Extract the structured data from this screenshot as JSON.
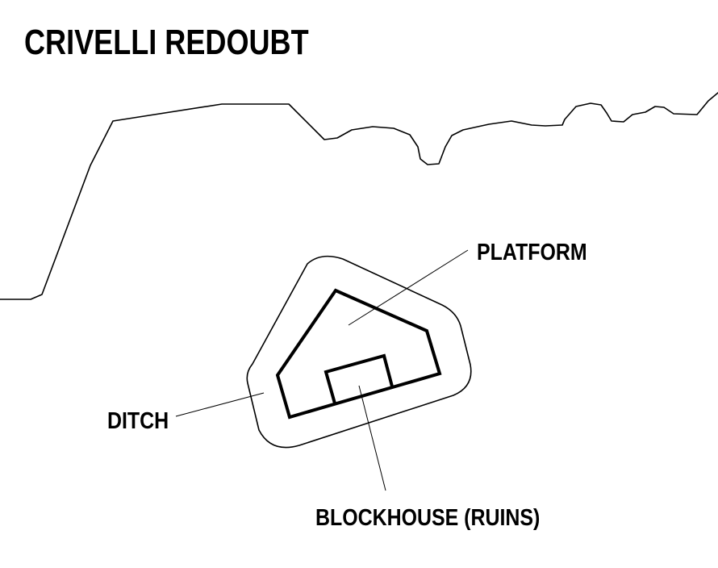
{
  "title": "CRIVELLI REDOUBT",
  "labels": {
    "platform": "PLATFORM",
    "ditch": "DITCH",
    "blockhouse": "BLOCKHOUSE (RUINS)"
  },
  "colors": {
    "ink": "#000000",
    "background": "#ffffff"
  }
}
